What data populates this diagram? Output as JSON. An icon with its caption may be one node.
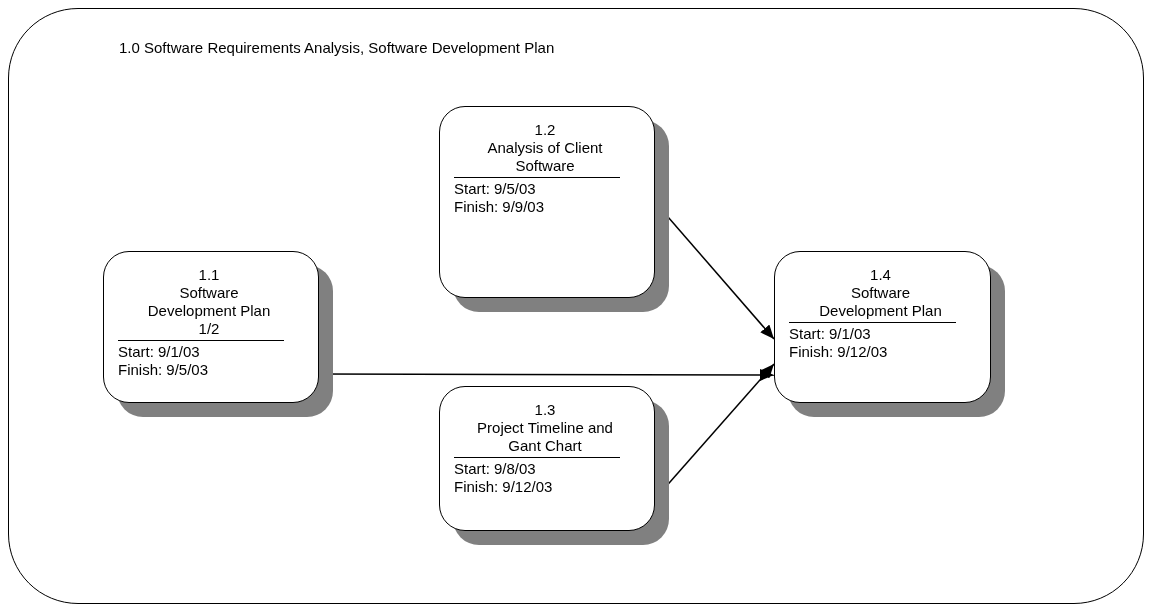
{
  "diagram": {
    "nodes": [
      {
        "text": [
          "1.0 Software Requirements Analysis, Software Development Plan"
        ]
      },
      {
        "text": [
          "1.1",
          "Software Development Plan 1/2",
          "Start: 9/1/03",
          "Finish: 9/5/03"
        ],
        "in": 0
      },
      {
        "text": [
          "1.2",
          "Analysis of Client Software",
          "Start: 9/5/03",
          "Finish: 9/9/03"
        ],
        "in": 0
      },
      {
        "text": [
          "1.3",
          "Project Timeline and Gant Chart",
          "Start: 9/8/03",
          "Finish: 9/12/03"
        ],
        "in": 0
      },
      {
        "text": [
          "1.4",
          "Software Development Plan",
          "Start: 9/1/03",
          "Finish: 9/12/03"
        ],
        "in": 0
      }
    ],
    "edges": [
      {
        "from": 1,
        "to": 4,
        "arrow": "to"
      },
      {
        "from": 2,
        "to": 4,
        "arrow": "to"
      },
      {
        "from": 3,
        "to": 4,
        "arrow": "to"
      }
    ]
  }
}
